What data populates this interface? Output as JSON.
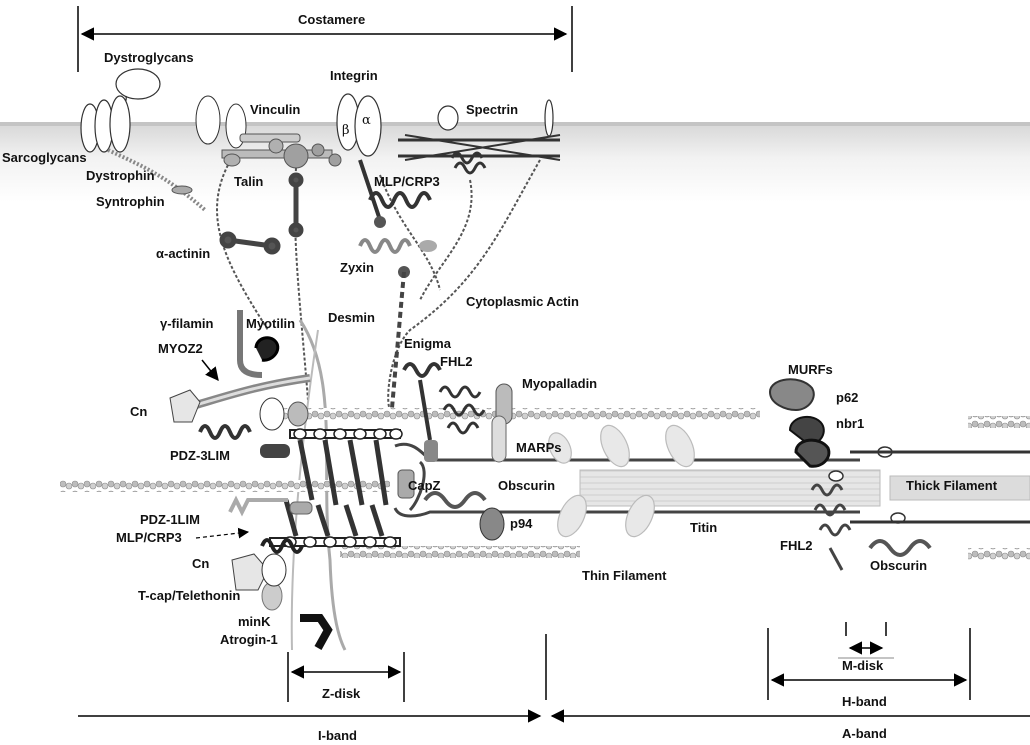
{
  "diagram": {
    "labels": {
      "costamere": "Costamere",
      "dystroglycans": "Dystroglycans",
      "integrin": "Integrin",
      "vinculin": "Vinculin",
      "spectrin": "Spectrin",
      "sarcoglycans": "Sarcoglycans",
      "dystrophin": "Dystrophin",
      "syntrophin": "Syntrophin",
      "talin": "Talin",
      "mlp_crp3_top": "MLP/CRP3",
      "alpha_actinin": "α-actinin",
      "zyxin": "Zyxin",
      "cytoplasmic_actin": "Cytoplasmic Actin",
      "gamma_filamin": "γ-filamin",
      "myotilin": "Myotilin",
      "desmin": "Desmin",
      "myoz2": "MYOZ2",
      "enigma": "Enigma",
      "fhl2_top": "FHL2",
      "myopalladin": "Myopalladin",
      "murfs": "MURFs",
      "p62": "p62",
      "nbr1": "nbr1",
      "cn_top": "Cn",
      "marps": "MARPs",
      "pdz_3lim": "PDZ-3LIM",
      "capz": "CapZ",
      "obscurin_mid": "Obscurin",
      "thick_filament": "Thick Filament",
      "pdz_1lim": "PDZ-1LIM",
      "p94": "p94",
      "titin": "Titin",
      "fhl2_bottom": "FHL2",
      "mlp_crp3_bottom": "MLP/CRP3",
      "cn_bottom": "Cn",
      "obscurin_right": "Obscurin",
      "thin_filament": "Thin Filament",
      "tcap": "T-cap/Telethonin",
      "mink": "minK",
      "atrogin": "Atrogin-1",
      "m_disk": "M-disk",
      "z_disk": "Z-disk",
      "h_band": "H-band",
      "i_band": "I-band",
      "a_band": "A-band",
      "beta": "β",
      "alpha": "α"
    }
  }
}
